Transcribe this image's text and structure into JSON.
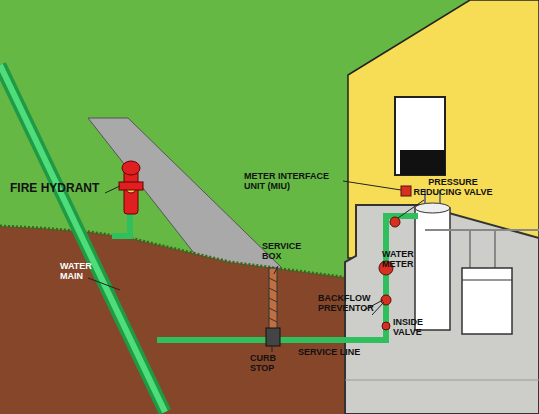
{
  "diagram": {
    "labels": [
      "FIRE HYDRANT",
      "WATER MAIN",
      "METER INTERFACE UNIT (MIU)",
      "PRESSURE REDUCING VALVE",
      "SERVICE BOX",
      "WATER METER",
      "BACKFLOW PREVENTOR",
      "INSIDE VALVE",
      "CURB STOP",
      "SERVICE LINE"
    ]
  }
}
